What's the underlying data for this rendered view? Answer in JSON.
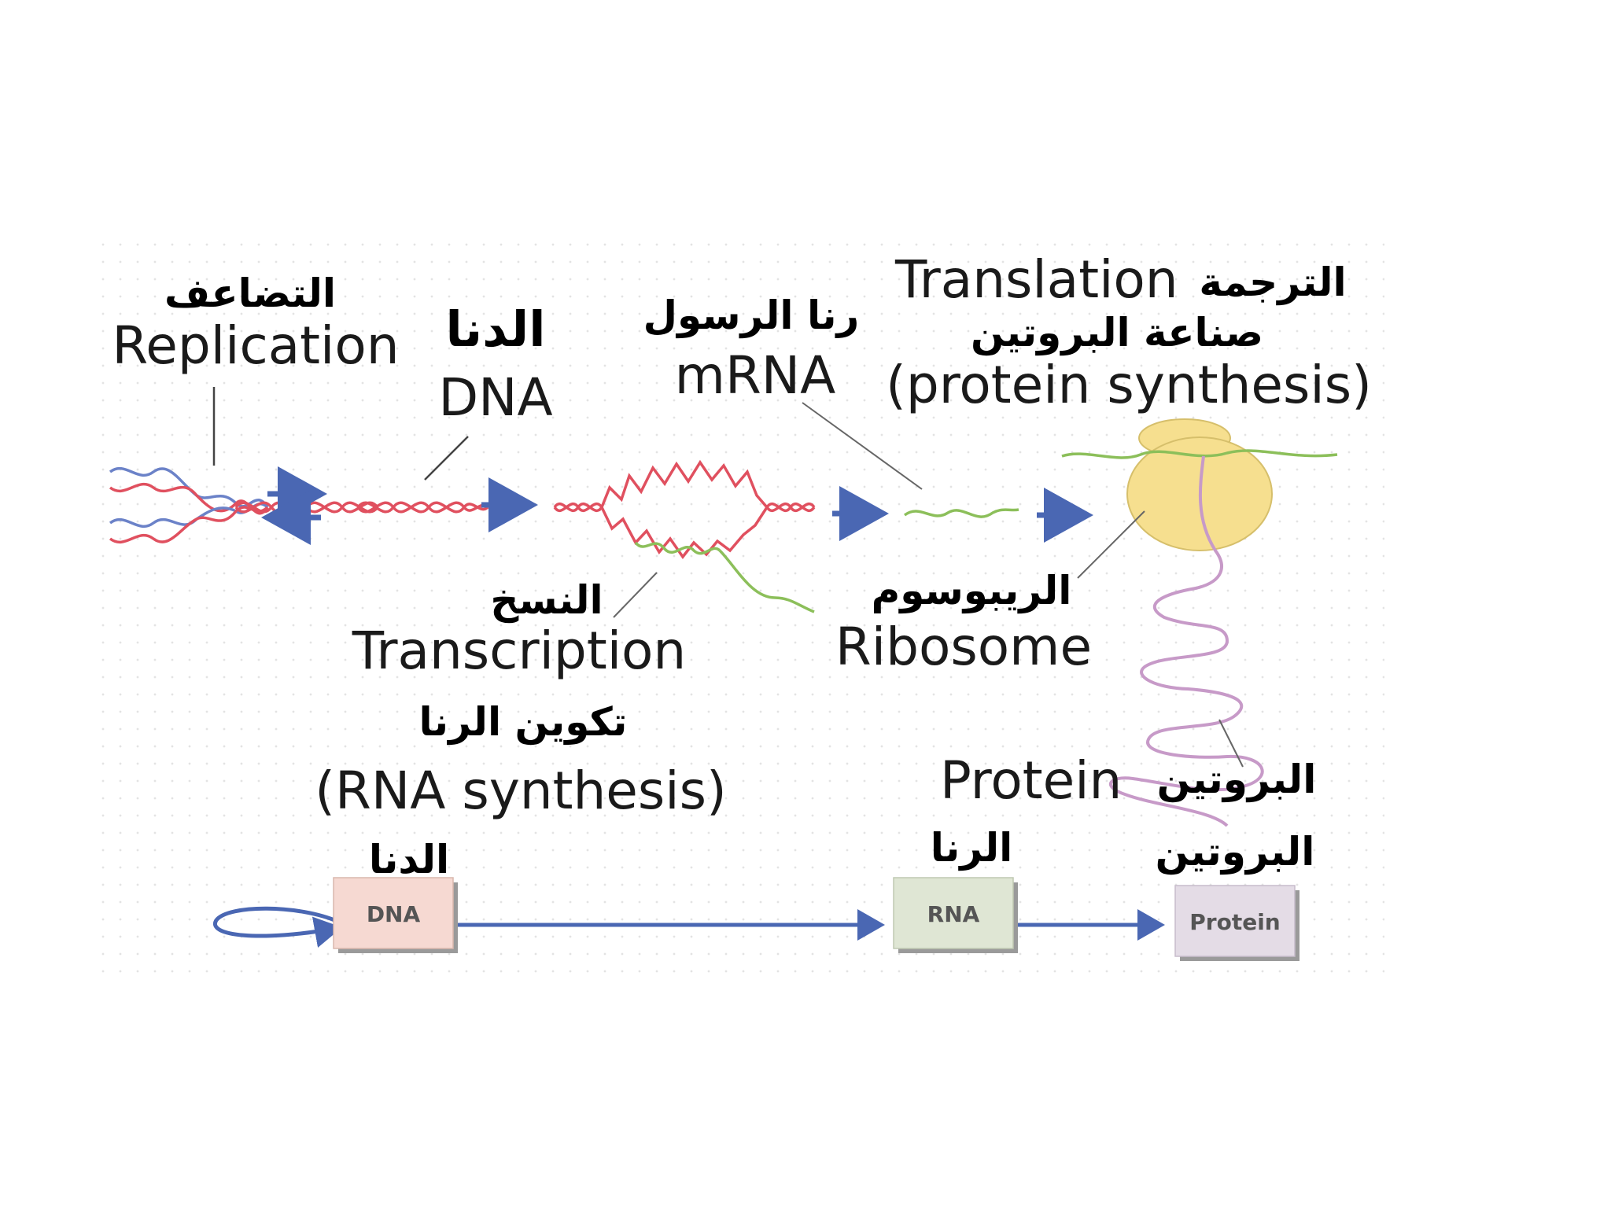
{
  "labels": {
    "replication_ar": "التضاعف",
    "replication_en": "Replication",
    "dna_ar": "الدنا",
    "dna_en": "DNA",
    "mrna_ar": "رنا الرسول",
    "mrna_en": "mRNA",
    "translation_en": "Translation",
    "translation_ar": "الترجمة",
    "protein_synthesis_ar": "صناعة البروتين",
    "protein_synthesis_en": "(protein synthesis)",
    "transcription_ar": "النسخ",
    "transcription_en": "Transcription",
    "rna_synthesis_ar": "تكوين الرنا",
    "rna_synthesis_en": "(RNA synthesis)",
    "ribosome_ar": "الريبوسوم",
    "ribosome_en": "Ribosome",
    "protein_en": "Protein",
    "protein_ar": "البروتين"
  },
  "flow": {
    "dna_ar": "الدنا",
    "rna_ar": "الرنا",
    "protein_ar": "البروتين",
    "boxes": [
      {
        "label": "DNA",
        "color": "#f6d9d2"
      },
      {
        "label": "RNA",
        "color": "#dfe6d4"
      },
      {
        "label": "Protein",
        "color": "#e4dce6"
      }
    ]
  },
  "colors": {
    "dna_strand": "#e0505f",
    "dna_strand_alt": "#6b82c8",
    "mrna": "#8cbf5a",
    "arrow": "#4a67b3",
    "ribosome": "#f6df8f",
    "protein_chain": "#c79ac8"
  }
}
